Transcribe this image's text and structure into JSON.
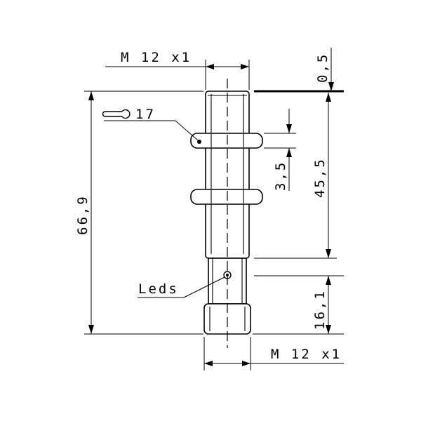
{
  "labels": {
    "thread_top": "M 12 x1",
    "thread_bottom": "M 12 x1",
    "wrench": "17",
    "leds": "Leds",
    "dim_total": "66,9",
    "dim_body": "45,5",
    "dim_connector": "16,1",
    "dim_nut": "3,5",
    "dim_gap": "0,5"
  },
  "icons": {
    "wrench": "wrench-icon"
  }
}
